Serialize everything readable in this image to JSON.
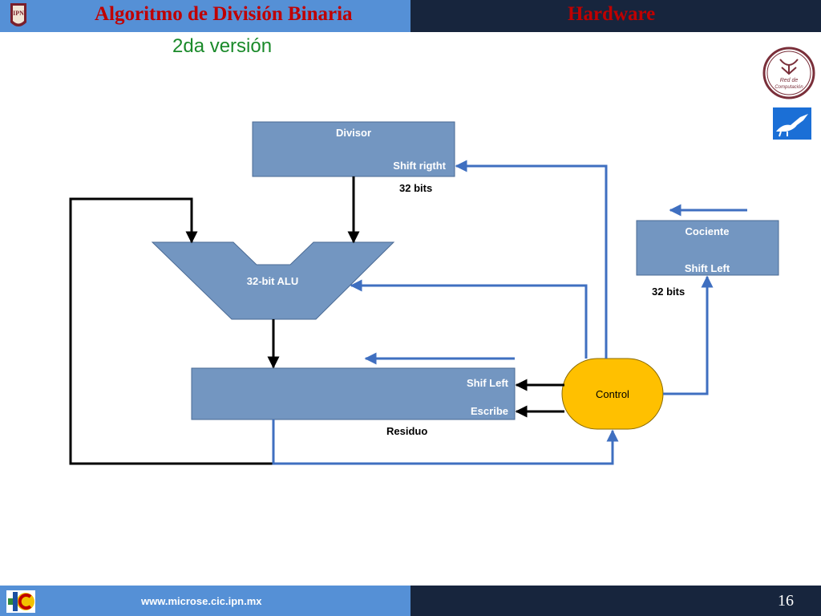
{
  "header": {
    "title": "Algoritmo de División Binaria",
    "section": "Hardware",
    "subtitle": "2da versión"
  },
  "diagram": {
    "divisor": {
      "name": "Divisor",
      "op": "Shift rigtht",
      "width_label": "32 bits"
    },
    "alu": {
      "label": "32-bit ALU"
    },
    "cociente": {
      "name": "Cociente",
      "op": "Shift Left",
      "width_label": "32 bits"
    },
    "residuo": {
      "op1": "Shif Left",
      "op2": "Escribe",
      "name": "Residuo"
    },
    "control": {
      "label": "Control"
    }
  },
  "colors": {
    "box_fill": "#7396c1",
    "control_fill": "#ffc000",
    "arrow_blue": "#3f6fc0",
    "arrow_black": "#000000",
    "title_red": "#c00000",
    "subtitle_green": "#1a8a2a"
  },
  "footer": {
    "url": "www.microse.cic.ipn.mx",
    "page": "16"
  },
  "logos": {
    "ipn_logo_text": "IPN",
    "red_logo_text_1": "Red de",
    "red_logo_text_2": "Computación"
  }
}
